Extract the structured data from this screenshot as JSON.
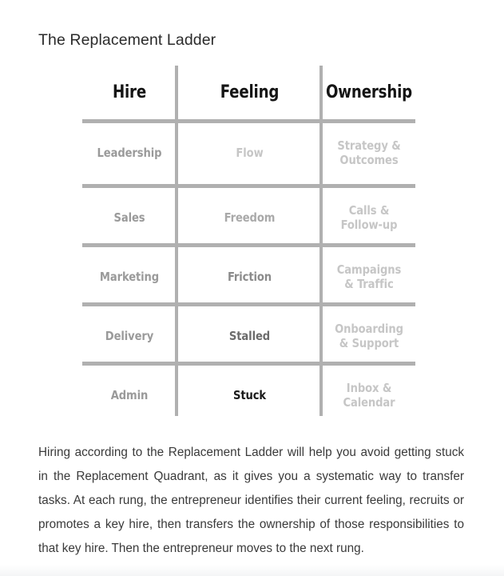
{
  "document": {
    "title": "The Replacement Ladder"
  },
  "table": {
    "columns": [
      "Hire",
      "Feeling",
      "Ownership"
    ],
    "rows": [
      {
        "hire": "Leadership",
        "feeling": "Flow",
        "ownership_line1": "Strategy &",
        "ownership_line2": "Outcomes",
        "hire_color": "#9a9a9a",
        "feeling_color": "#c6c6c6",
        "ownership_color": "#c6c6c6"
      },
      {
        "hire": "Sales",
        "feeling": "Freedom",
        "ownership_line1": "Calls &",
        "ownership_line2": "Follow-up",
        "hire_color": "#9a9a9a",
        "feeling_color": "#a9a9a9",
        "ownership_color": "#c6c6c6"
      },
      {
        "hire": "Marketing",
        "feeling": "Friction",
        "ownership_line1": "Campaigns",
        "ownership_line2": "& Traffic",
        "hire_color": "#9a9a9a",
        "feeling_color": "#8b8b8b",
        "ownership_color": "#c6c6c6"
      },
      {
        "hire": "Delivery",
        "feeling": "Stalled",
        "ownership_line1": "Onboarding",
        "ownership_line2": "& Support",
        "hire_color": "#9a9a9a",
        "feeling_color": "#6b6b6b",
        "ownership_color": "#c6c6c6"
      },
      {
        "hire": "Admin",
        "feeling": "Stuck",
        "ownership_line1": "Inbox &",
        "ownership_line2": "Calendar",
        "hire_color": "#9a9a9a",
        "feeling_color": "#1a1a1a",
        "ownership_color": "#c6c6c6"
      }
    ]
  },
  "paragraph": {
    "text": "Hiring according to the Replacement Ladder will help you avoid getting stuck in the Replacement Quadrant, as it gives you a systematic way to transfer tasks. At each rung, the entrepreneur identifies their current feeling, recruits or promotes a key hire, then transfers the ownership of those responsibilities to that key hire. Then the entrepreneur moves to the next rung."
  },
  "style": {
    "rule_color": "#b0b0b0",
    "header_color": "#151515",
    "title_color": "#2b2b2b",
    "body_color": "#3a3a3a"
  }
}
